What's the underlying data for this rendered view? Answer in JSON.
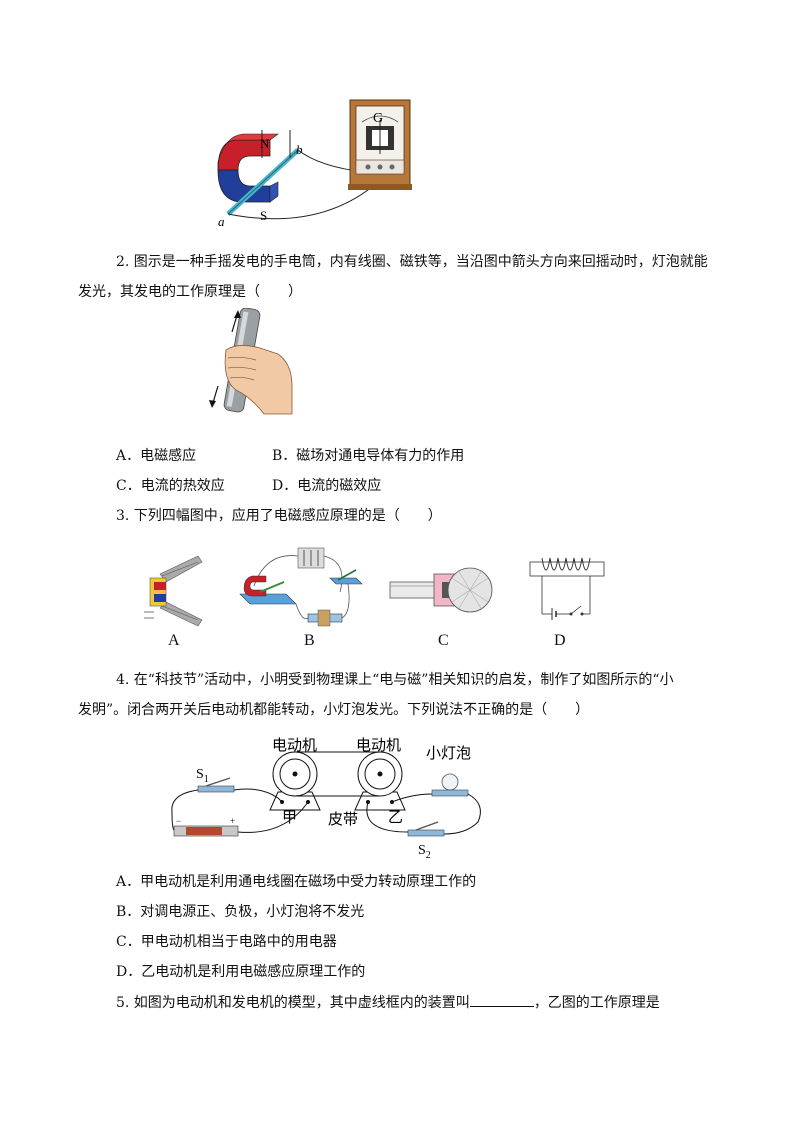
{
  "fig1": {
    "label_N": "N",
    "label_S": "S",
    "label_a": "a",
    "label_b": "b",
    "label_G": "G"
  },
  "q2": {
    "line1": "2. 图示是一种手摇发电的手电筒，内有线圈、磁铁等，当沿图中箭头方向来回摇动时，灯泡就能",
    "line2": "发光，其发电的工作原理是（　　）",
    "options": {
      "A": "A．电磁感应",
      "B": "B．磁场对通电导体有力的作用",
      "C": "C．电流的热效应",
      "D": "D．电流的磁效应"
    }
  },
  "q3": {
    "stem": "3. 下列四幅图中，应用了电磁感应原理的是（　　）",
    "labels": [
      "A",
      "B",
      "C",
      "D"
    ]
  },
  "q4": {
    "line1": "4. 在“科技节”活动中，小明受到物理课上“电与磁”相关知识的启发，制作了如图所示的“小",
    "line2": "发明”。闭合两开关后电动机都能转动，小灯泡发光。下列说法不正确的是（　　）",
    "figure": {
      "motor_left": "电动机",
      "motor_right": "电动机",
      "bulb": "小灯泡",
      "s1": "S",
      "s1_sub": "1",
      "s2": "S",
      "s2_sub": "2",
      "jia": "甲",
      "yi": "乙",
      "belt": "皮带"
    },
    "options": {
      "A": "A．甲电动机是利用通电线圈在磁场中受力转动原理工作的",
      "B": "B．对调电源正、负极，小灯泡将不发光",
      "C": "C．甲电动机相当于电路中的用电器",
      "D": "D．乙电动机是利用电磁感应原理工作的"
    }
  },
  "q5": {
    "part1": "5. 如图为电动机和发电机的模型，其中虚线框内的装置叫",
    "part2": "，乙图的工作原理是"
  }
}
